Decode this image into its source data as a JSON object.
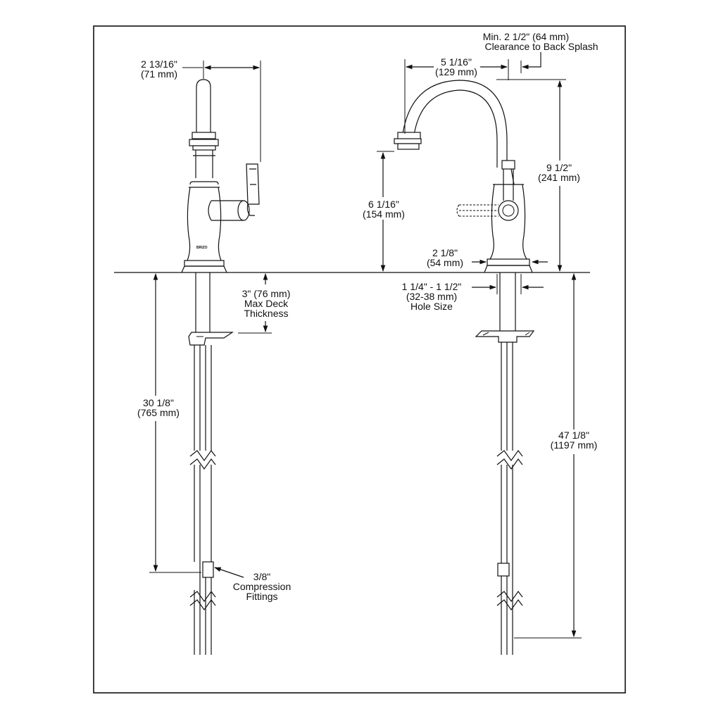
{
  "dimensions": {
    "top_width": {
      "line1": "2 13/16\"",
      "line2": "(71 mm)"
    },
    "spout_reach": {
      "line1": "5 1/16\"",
      "line2": "(129 mm)"
    },
    "backsplash": {
      "line1": "Min. 2 1/2\" (64 mm)",
      "line2": "Clearance to Back Splash"
    },
    "overall_height": {
      "line1": "9 1/2\"",
      "line2": "(241 mm)"
    },
    "spout_height": {
      "line1": "6 1/16\"",
      "line2": "(154 mm)"
    },
    "base_diameter": {
      "line1": "2 1/8\"",
      "line2": "(54 mm)"
    },
    "hole_size": {
      "line1": "1 1/4\" - 1 1/2\"",
      "line2": "(32-38 mm)",
      "line3": "Hole Size"
    },
    "deck_thickness": {
      "line1": "3\" (76 mm)",
      "line2": "Max Deck",
      "line3": "Thickness"
    },
    "supply_length": {
      "line1": "30 1/8\"",
      "line2": "(765 mm)"
    },
    "hose_length": {
      "line1": "47 1/8\"",
      "line2": "(1197 mm)"
    },
    "fittings": {
      "line1": "3/8\"",
      "line2": "Compression",
      "line3": "Fittings"
    }
  },
  "brand_mark": "BRIZO"
}
